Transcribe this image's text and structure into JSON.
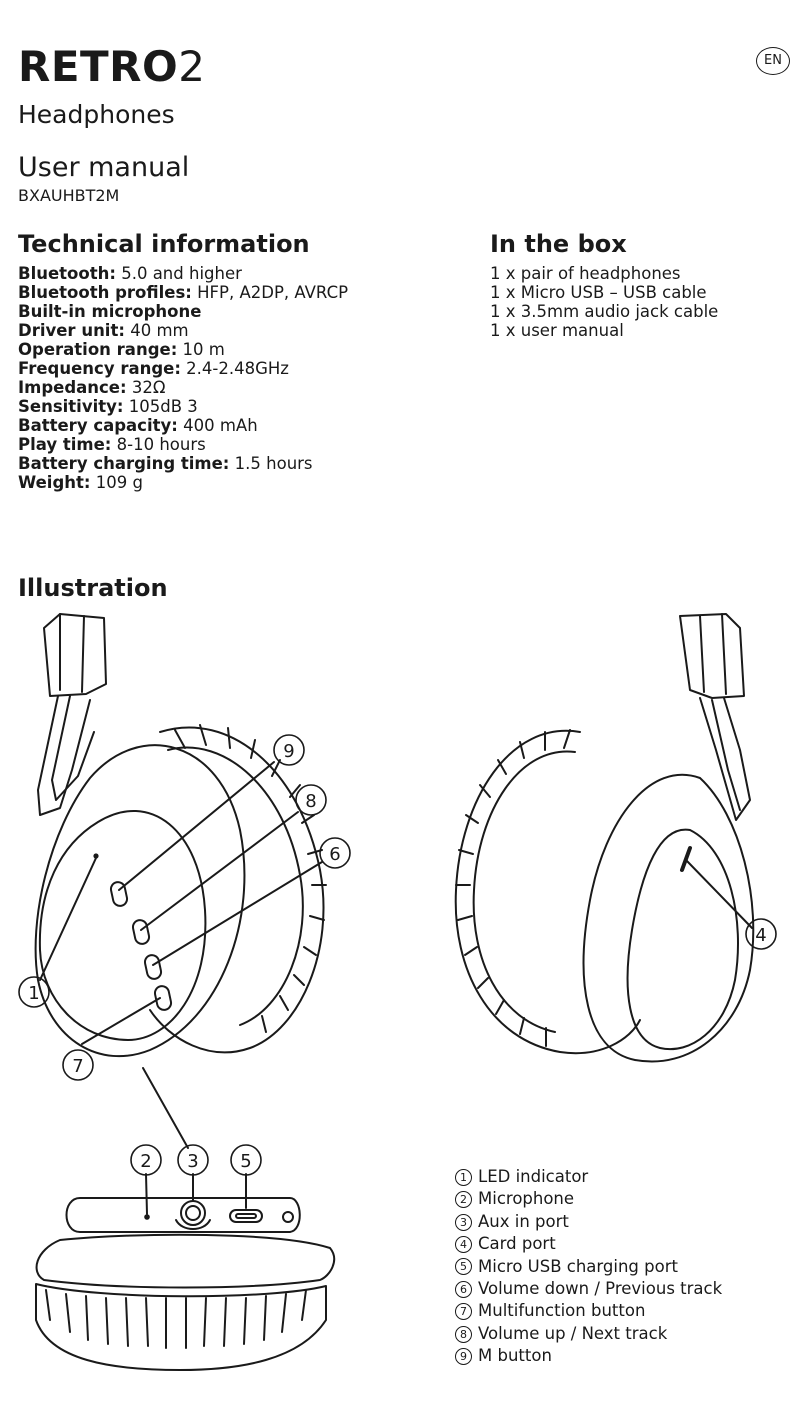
{
  "header": {
    "brand_bold": "RETRO",
    "brand_number": "2",
    "subtitle": "Headphones",
    "manual_title": "User manual",
    "model": "BXAUHBT2M",
    "language_badge": "EN"
  },
  "technical": {
    "heading": "Technical information",
    "specs": [
      {
        "label": "Bluetooth:",
        "value": " 5.0 and higher"
      },
      {
        "label": "Bluetooth profiles:",
        "value": " HFP, A2DP, AVRCP"
      },
      {
        "label": "Built-in microphone",
        "value": ""
      },
      {
        "label": "Driver unit:",
        "value": " 40 mm"
      },
      {
        "label": "Operation range:",
        "value": " 10 m"
      },
      {
        "label": "Frequency range:",
        "value": " 2.4-2.48GHz"
      },
      {
        "label": "Impedance:",
        "value": " 32Ω"
      },
      {
        "label": "Sensitivity:",
        "value": " 105dB  3"
      },
      {
        "label": "Battery capacity:",
        "value": " 400 mAh"
      },
      {
        "label": "Play time:",
        "value": " 8-10 hours"
      },
      {
        "label": "Battery charging time:",
        "value": " 1.5 hours"
      },
      {
        "label": "Weight:",
        "value": " 109 g"
      }
    ]
  },
  "in_the_box": {
    "heading": "In the box",
    "items": [
      "1 x pair of headphones",
      "1 x Micro USB – USB cable",
      "1 x 3.5mm audio jack cable",
      "1 x user manual"
    ]
  },
  "illustration": {
    "heading": "Illustration",
    "callouts": [
      "1",
      "2",
      "3",
      "4",
      "5",
      "6",
      "7",
      "8",
      "9"
    ]
  },
  "legend": [
    {
      "num": "1",
      "label": "LED indicator"
    },
    {
      "num": "2",
      "label": "Microphone"
    },
    {
      "num": "3",
      "label": "Aux in port"
    },
    {
      "num": "4",
      "label": "Card port"
    },
    {
      "num": "5",
      "label": "Micro USB charging port"
    },
    {
      "num": "6",
      "label": "Volume down / Previous track"
    },
    {
      "num": "7",
      "label": "Multifunction button"
    },
    {
      "num": "8",
      "label": "Volume up / Next track"
    },
    {
      "num": "9",
      "label": "M button"
    }
  ]
}
